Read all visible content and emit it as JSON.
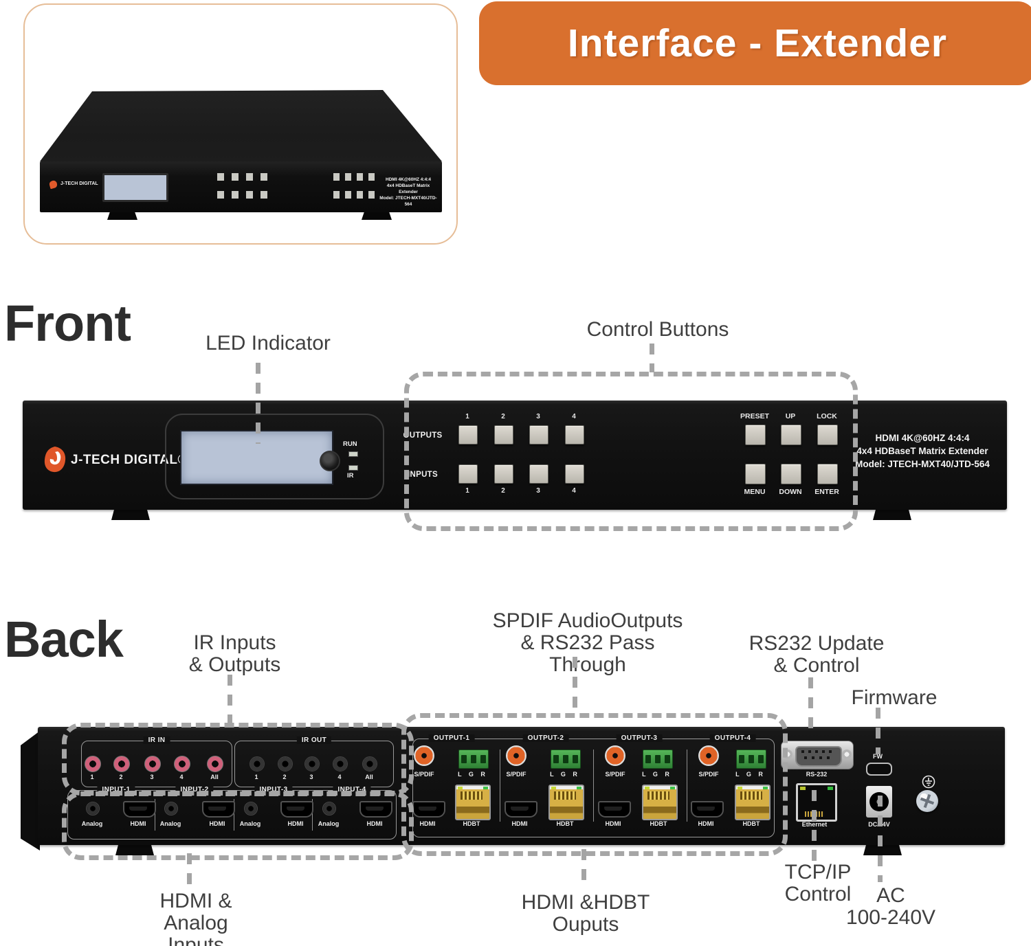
{
  "banner": {
    "title": "Interface - Extender"
  },
  "photo": {
    "brand": "J-TECH DIGITAL",
    "info_lines": [
      "HDMI 4K@60HZ 4:4:4",
      "4x4 HDBaseT Matrix Extender",
      "Model: JTECH-MXT40/JTD-564"
    ]
  },
  "front": {
    "heading": "Front",
    "led_callout": "LED Indicator",
    "buttons_callout": "Control Buttons",
    "brand": "J-TECH DIGITAL®",
    "run_label": "RUN",
    "ir_label": "IR",
    "outputs_label": "OUTPUTS",
    "inputs_label": "INPUTS",
    "output_numbers": [
      "1",
      "2",
      "3",
      "4"
    ],
    "input_numbers": [
      "1",
      "2",
      "3",
      "4"
    ],
    "top_buttons": [
      "PRESET",
      "UP",
      "LOCK"
    ],
    "bottom_buttons": [
      "MENU",
      "DOWN",
      "ENTER"
    ],
    "info_lines": [
      "HDMI 4K@60HZ 4:4:4",
      "4x4 HDBaseT Matrix Extender",
      "Model: JTECH-MXT40/JTD-564"
    ]
  },
  "back": {
    "heading": "Back",
    "callouts": {
      "ir_line1": "IR Inputs",
      "ir_line2": "& Outputs",
      "spdif_line1": "SPDIF AudioOutputs",
      "spdif_line2": "& RS232 Pass Through",
      "rs232_line1": "RS232 Update",
      "rs232_line2": "& Control",
      "firmware": "Firmware",
      "inputs_line1": "HDMI & Analog",
      "inputs_line2": "Inputs",
      "outputs_line1": "HDMI &HDBT",
      "outputs_line2": "Ouputs",
      "tcpip_line1": "TCP/IP",
      "tcpip_line2": "Control",
      "ac_line1": "AC",
      "ac_line2": "100-240V"
    },
    "ir_in_label": "IR IN",
    "ir_out_label": "IR OUT",
    "ir_port_numbers": [
      "1",
      "2",
      "3",
      "4",
      "All"
    ],
    "input_labels": [
      "INPUT-1",
      "INPUT-2",
      "INPUT-3",
      "INPUT-4"
    ],
    "analog_label": "Analog",
    "hdmi_label": "HDMI",
    "output_labels": [
      "OUTPUT-1",
      "OUTPUT-2",
      "OUTPUT-3",
      "OUTPUT-4"
    ],
    "spdif_label": "S/PDIF",
    "lgr_label": "L G R",
    "hdbt_label": "HDBT",
    "rs232_label": "RS-232",
    "fw_label": "FW",
    "ethernet_label": "Ethernet",
    "dc_label": "DC/24V"
  },
  "colors": {
    "banner_orange": "#D9702E",
    "callout_gray": "#A6A6A6",
    "device_black": "#121212",
    "lcd_blue": "#B8C3D6",
    "ir_jack_pink": "#D0607A",
    "terminal_green": "#3F9E43"
  }
}
